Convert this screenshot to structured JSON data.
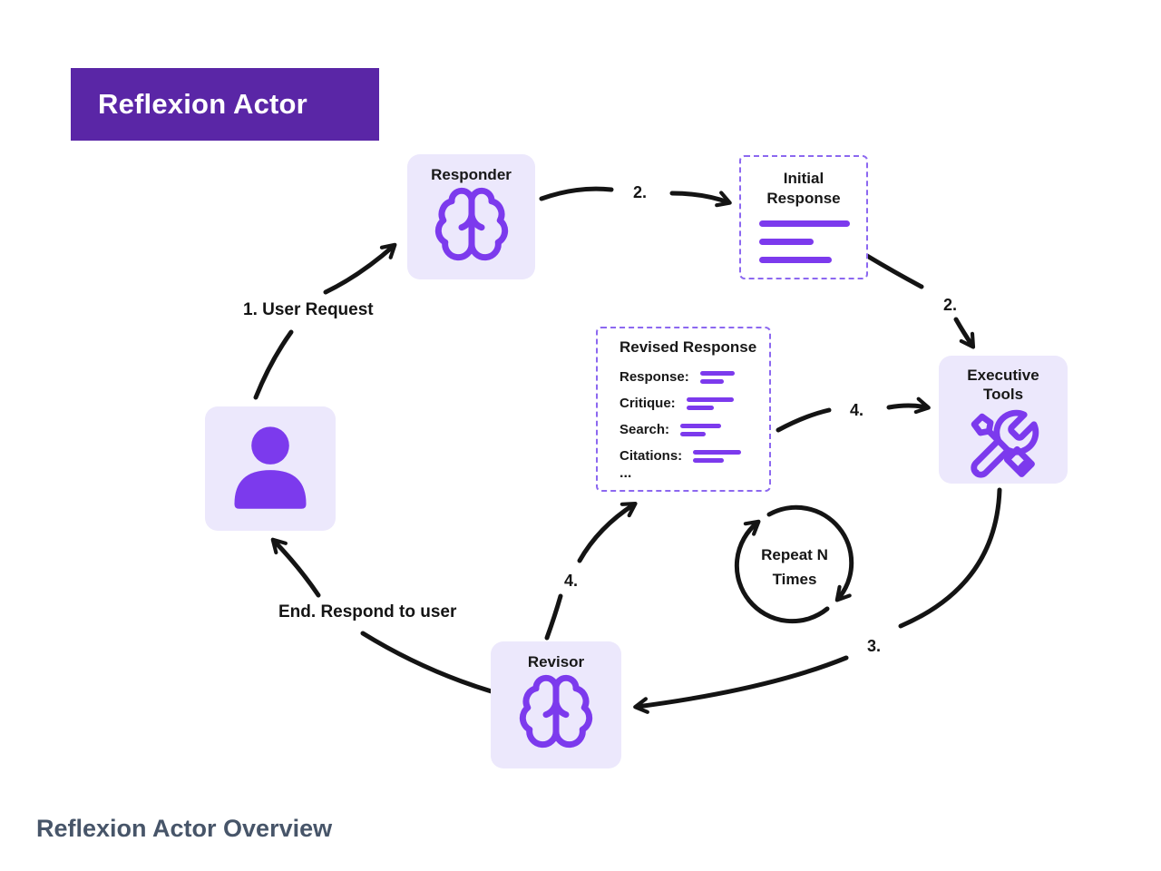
{
  "title": "Reflexion Actor",
  "caption": "Reflexion Actor Overview",
  "nodes": {
    "responder": {
      "label": "Responder",
      "icon": "brain-icon"
    },
    "initial_response": {
      "title": "Initial Response"
    },
    "executive_tools": {
      "title": "Executive Tools",
      "icon": "wrench-screwdriver-icon"
    },
    "revised_response": {
      "title": "Revised Response",
      "fields": [
        "Response:",
        "Critique:",
        "Search:",
        "Citations:"
      ],
      "ellipsis": "..."
    },
    "revisor": {
      "label": "Revisor",
      "icon": "brain-icon"
    },
    "user": {
      "icon": "person-icon"
    }
  },
  "loop_label": {
    "line1": "Repeat N",
    "line2": "Times"
  },
  "edge_labels": {
    "user_request": "1. User Request",
    "responder_to_initial": "2.",
    "initial_to_tools": "2.",
    "tools_to_revisor": "3.",
    "revisor_to_revised": "4.",
    "revised_to_tools": "4.",
    "respond_to_user": "End. Respond to user"
  },
  "colors": {
    "banner_bg": "#5A26A6",
    "accent_purple": "#7C3AED",
    "node_bg": "#ECE8FC",
    "dashed_border": "#8C68F0",
    "arrow_black": "#141414",
    "caption_color": "#475569"
  }
}
